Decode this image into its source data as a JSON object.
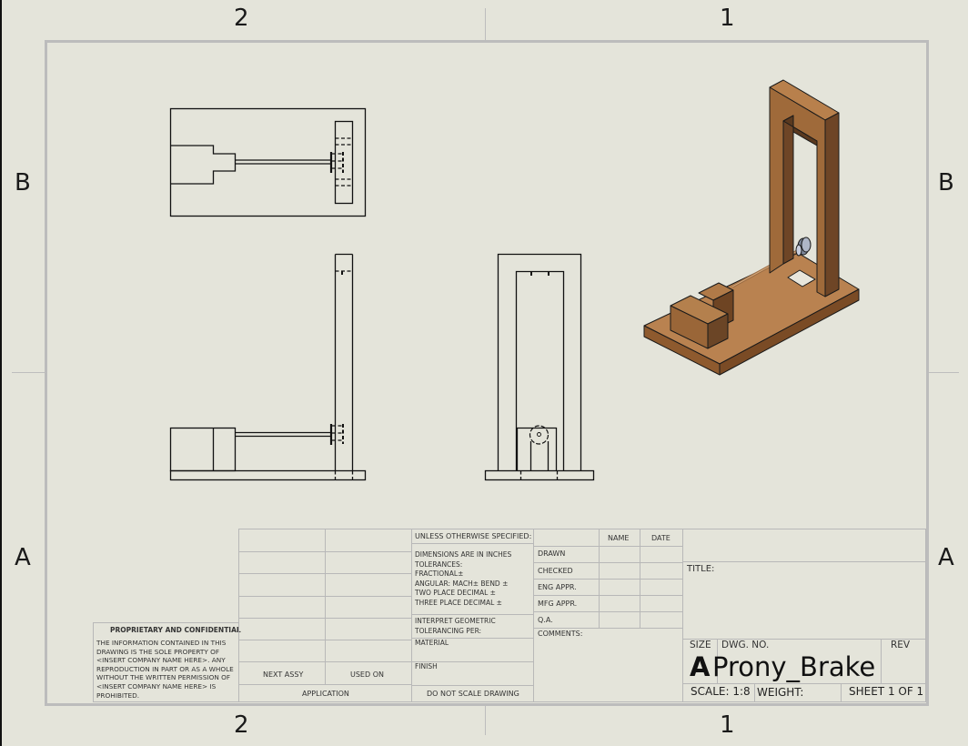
{
  "sheet": {
    "zones": {
      "top": [
        "2",
        "1"
      ],
      "bottom": [
        "2",
        "1"
      ],
      "left": [
        "B",
        "A"
      ],
      "right": [
        "B",
        "A"
      ]
    }
  },
  "views": {
    "top_view": {
      "name": "top view"
    },
    "front_view": {
      "name": "front view"
    },
    "side_view": {
      "name": "right side view"
    },
    "isometric_view": {
      "name": "isometric view",
      "colors": {
        "wood_light": "#b97f4e",
        "wood_mid": "#9a6535",
        "wood_dark": "#6b4526",
        "pulley": "#8f9bb3"
      }
    }
  },
  "proprietary": {
    "heading": "PROPRIETARY AND CONFIDENTIAL",
    "lines": [
      "THE INFORMATION CONTAINED IN THIS",
      "DRAWING IS THE SOLE PROPERTY OF",
      "<INSERT COMPANY NAME HERE>.  ANY",
      "REPRODUCTION IN PART OR AS A WHOLE",
      "WITHOUT THE WRITTEN PERMISSION OF",
      "<INSERT COMPANY NAME HERE> IS",
      "PROHIBITED."
    ]
  },
  "application": {
    "next_assy": "NEXT ASSY",
    "used_on": "USED ON",
    "label": "APPLICATION"
  },
  "tolerances": {
    "heading": "UNLESS OTHERWISE SPECIFIED:",
    "dimensions": "DIMENSIONS ARE IN INCHES",
    "tolerances": "TOLERANCES:",
    "fractional": "FRACTIONAL±",
    "angular": "ANGULAR: MACH±    BEND ±",
    "two_place": "TWO PLACE DECIMAL    ±",
    "three_place": "THREE PLACE DECIMAL  ±",
    "interpret1": "INTERPRET GEOMETRIC",
    "interpret2": "TOLERANCING PER:",
    "material": "MATERIAL",
    "finish": "FINISH",
    "do_not_scale": "DO NOT SCALE DRAWING"
  },
  "approvals": {
    "headers": {
      "name": "NAME",
      "date": "DATE"
    },
    "rows": [
      "DRAWN",
      "CHECKED",
      "ENG APPR.",
      "MFG APPR.",
      "Q.A."
    ],
    "comments": "COMMENTS:"
  },
  "title_block": {
    "title_label": "TITLE:",
    "title_value": "",
    "size_label": "SIZE",
    "size_value": "A",
    "dwg_no_label": "DWG.  NO.",
    "dwg_no_value": "Prony_Brake",
    "rev_label": "REV",
    "scale": "SCALE: 1:8",
    "weight": "WEIGHT:",
    "sheet": "SHEET 1 OF 1"
  }
}
